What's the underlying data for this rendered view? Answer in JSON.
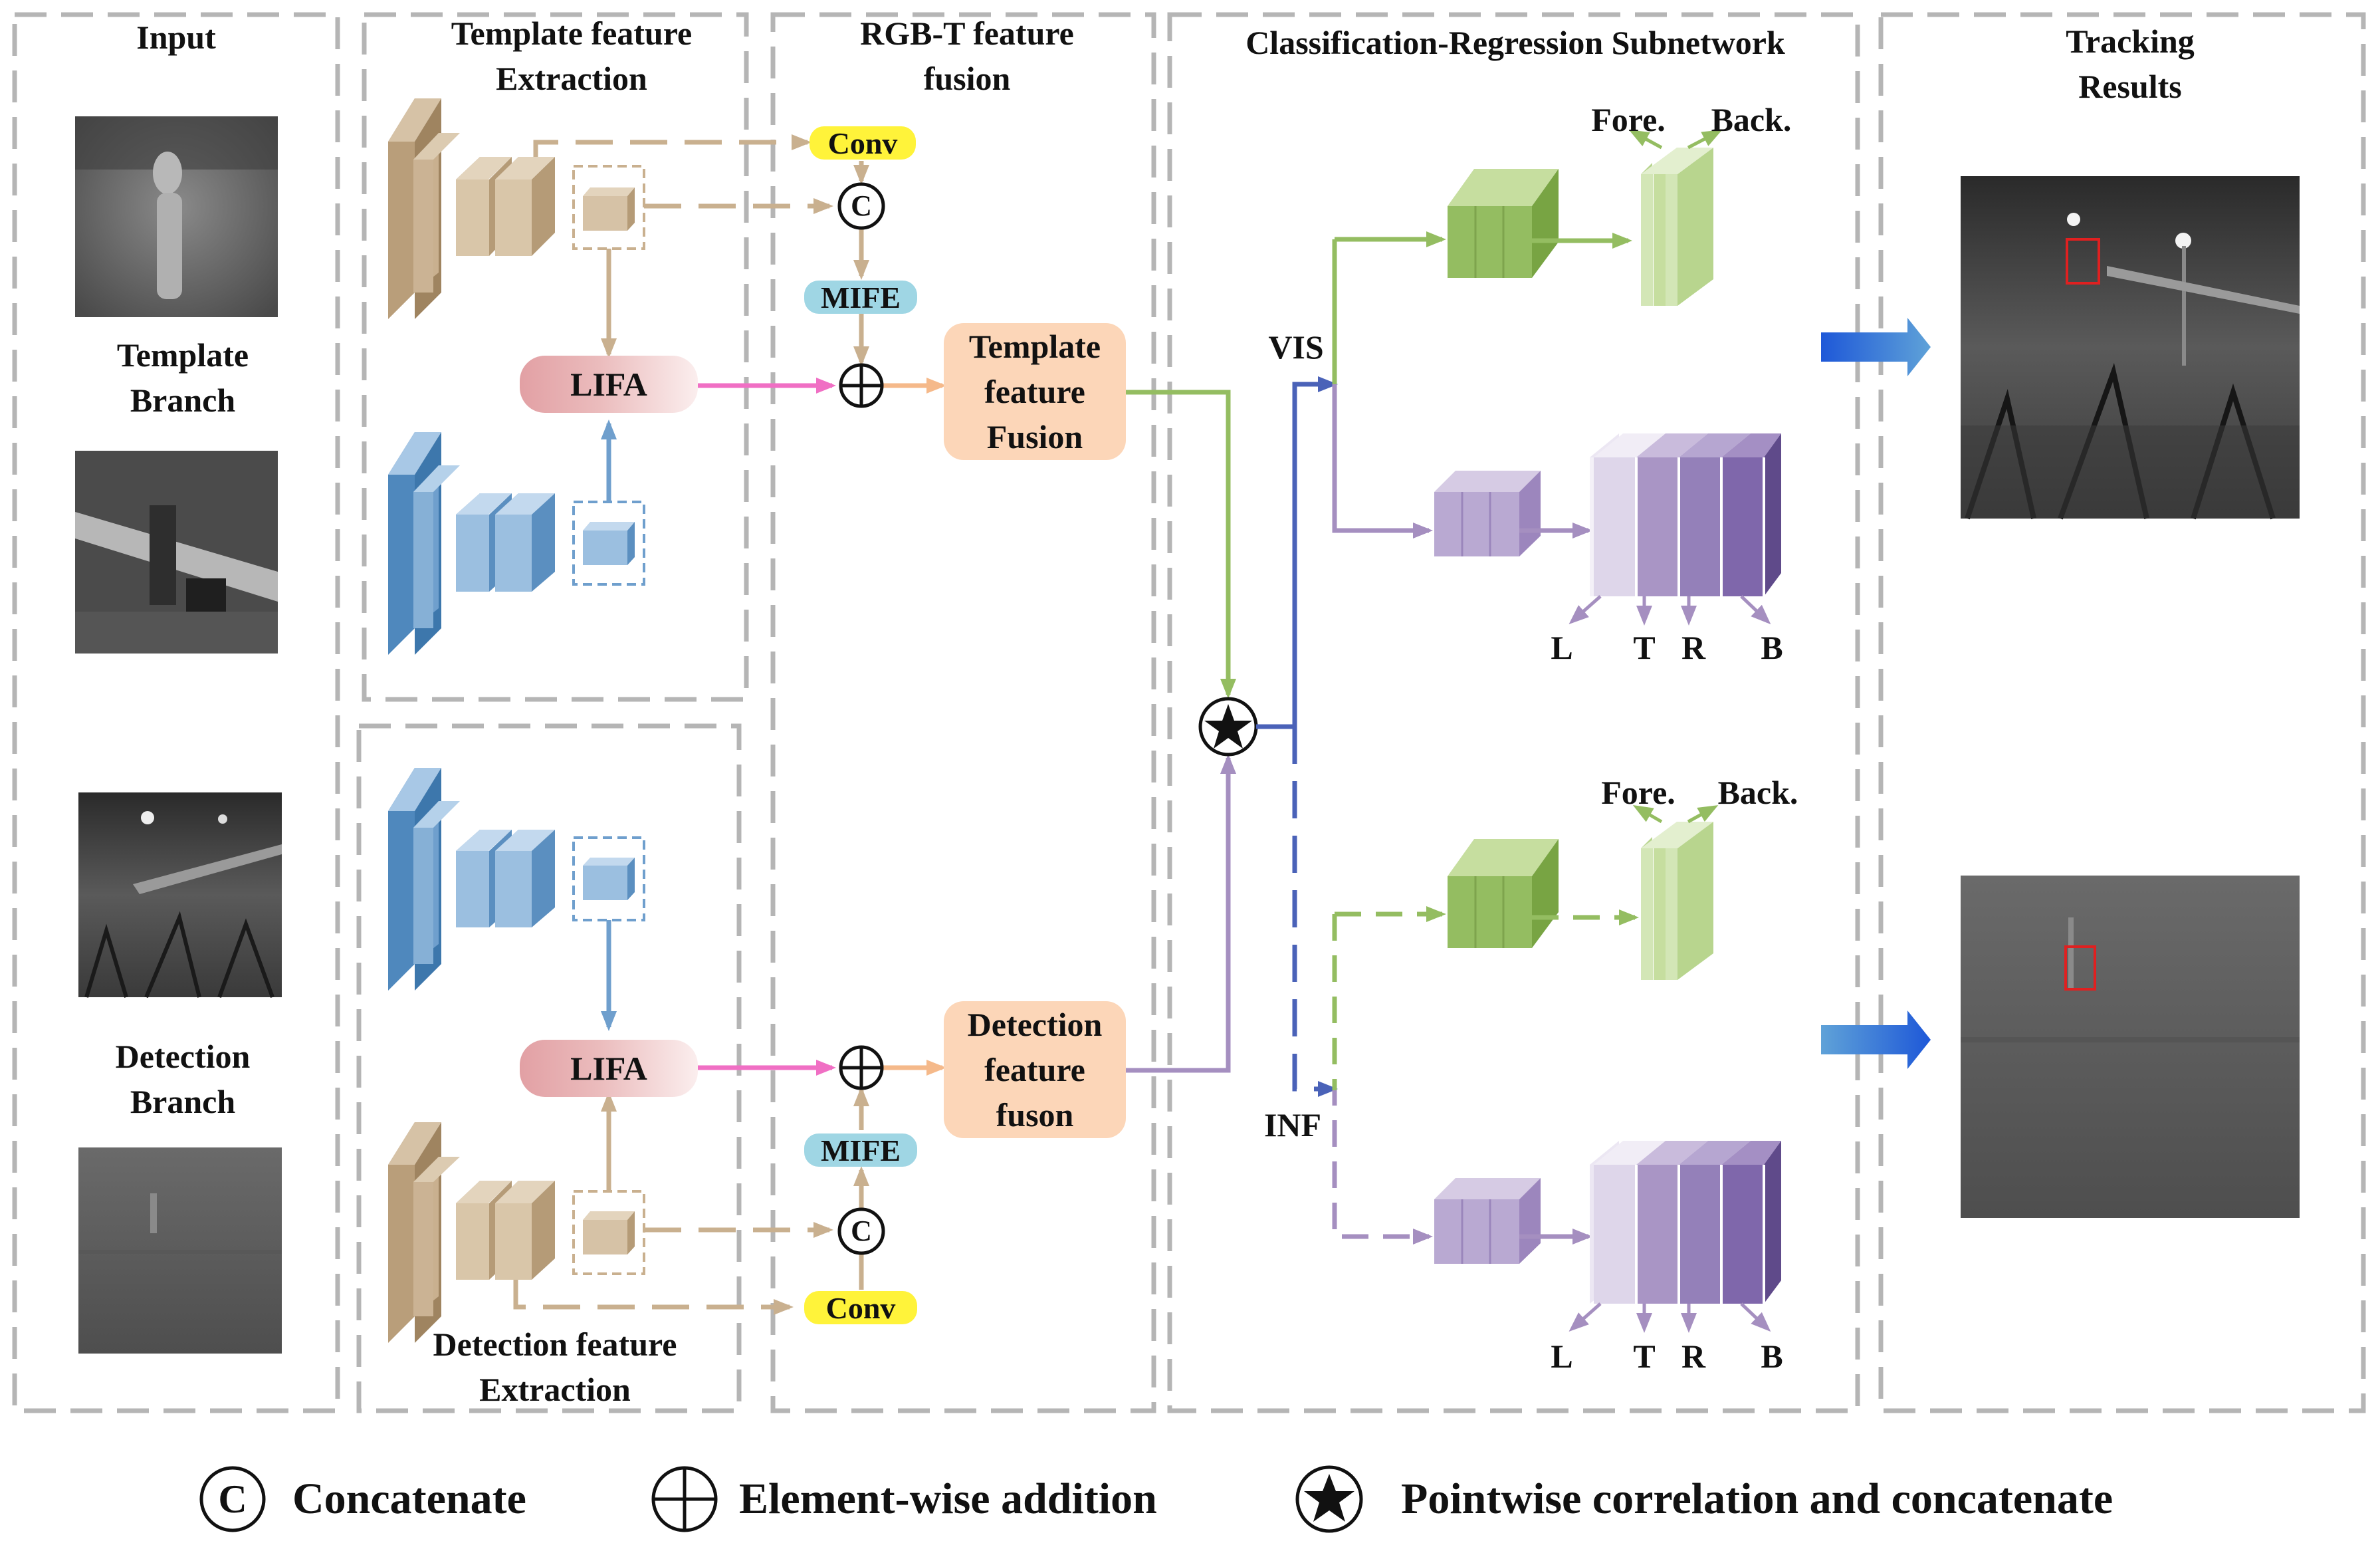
{
  "sections": {
    "input": "Input",
    "template_extraction": [
      "Template feature",
      "Extraction"
    ],
    "fusion": [
      "RGB-T feature",
      "fusion"
    ],
    "cls_reg": "Classification-Regression Subnetwork",
    "tracking": [
      "Tracking",
      "Results"
    ]
  },
  "branches": {
    "template": [
      "Template",
      "Branch"
    ],
    "detection": [
      "Detection",
      "Branch"
    ]
  },
  "modules": {
    "conv_top": "Conv",
    "conv_bottom": "Conv",
    "concat_symbol": "C",
    "mife_top": "MIFE",
    "mife_bottom": "MIFE",
    "lifa_top": "LIFA",
    "lifa_bottom": "LIFA",
    "template_fusion": [
      "Template",
      "feature",
      "Fusion"
    ],
    "detection_fusion": [
      "Detection",
      "feature",
      "fuson"
    ],
    "detection_extraction": [
      "Detection feature",
      "Extraction"
    ]
  },
  "heads": {
    "vis": "VIS",
    "inf": "INF",
    "fore_top": "Fore.",
    "back_top": "Back.",
    "fore_bottom": "Fore.",
    "back_bottom": "Back.",
    "ltrb_top": [
      "L",
      "T",
      "R",
      "B"
    ],
    "ltrb_bottom": [
      "L",
      "T",
      "R",
      "B"
    ]
  },
  "legend": {
    "concat_symbol": "C",
    "concat": "Concatenate",
    "add": "Element-wise addition",
    "corr": "Pointwise correlation and concatenate"
  },
  "colors": {
    "tan": "#c9b08f",
    "blue": "#6f9fcd",
    "green": "#94bd61",
    "purple": "#a58fc0",
    "pink_arrow": "#f06fc4",
    "orange_arrow": "#f5b98a",
    "dark_blue_arrow": "#4a62b8",
    "conv_fill": "#fff33a",
    "mife_fill": "#9fd6e4",
    "fusion_fill": "#fcd6b8",
    "tracking_box": "#e02020"
  }
}
